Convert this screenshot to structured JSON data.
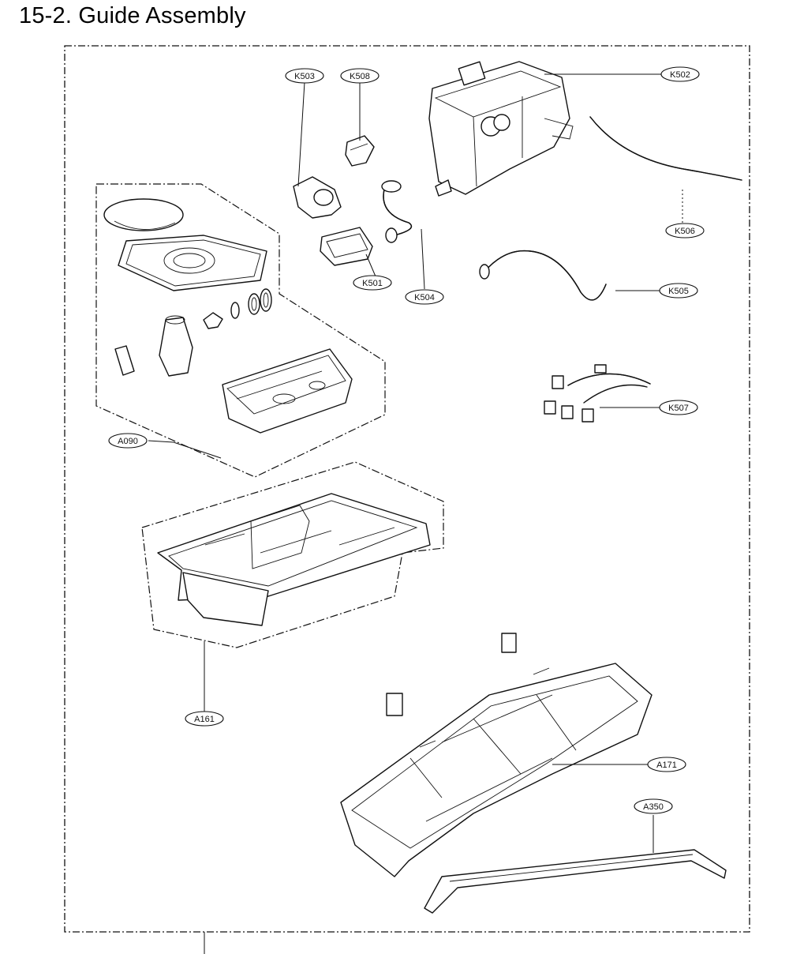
{
  "title": "15-2. Guide Assembly",
  "callouts": {
    "k503": "K503",
    "k508": "K508",
    "k502": "K502",
    "k506": "K506",
    "k501": "K501",
    "k504": "K504",
    "k505": "K505",
    "k507": "K507",
    "a090": "A090",
    "a161": "A161",
    "a171": "A171",
    "a350": "A350"
  }
}
